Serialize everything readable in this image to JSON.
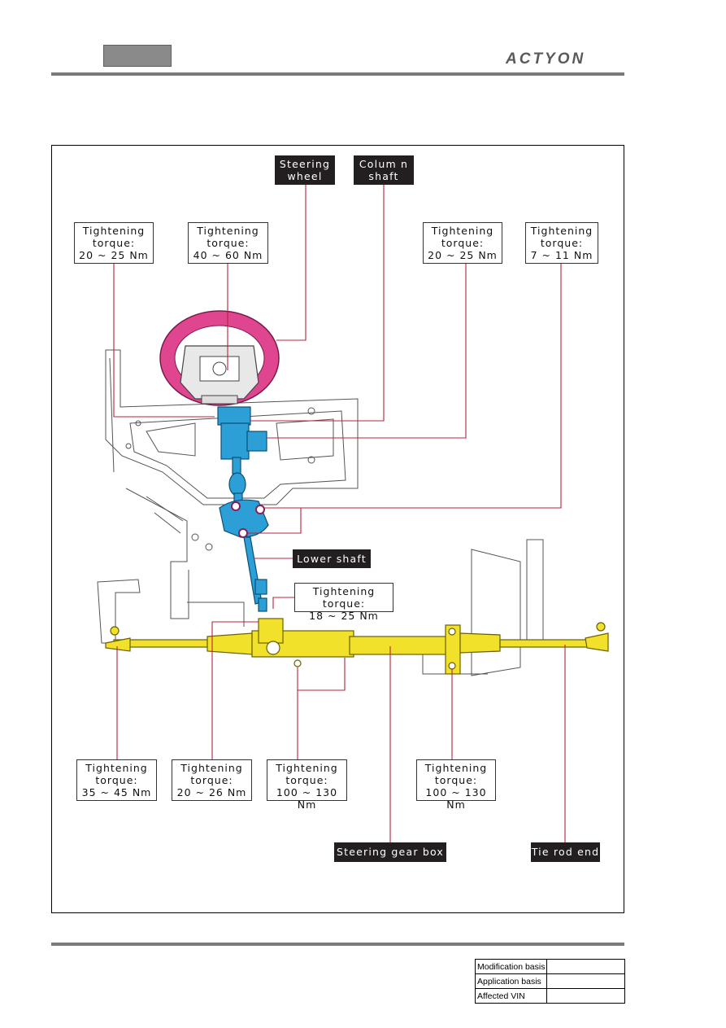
{
  "header": {
    "brand": "ACTYON"
  },
  "labels": {
    "steering_wheel": [
      "Steering",
      "wheel"
    ],
    "column_shaft": [
      "Colum n",
      "shaft"
    ],
    "lower_shaft": "Lower  shaft",
    "steering_gear_box": "Steering  gear box",
    "tie_rod_end": "Tie rod end"
  },
  "torques": {
    "t1": [
      "Tightening",
      "torque:",
      "20 ~ 25  Nm"
    ],
    "t2": [
      "Tightening",
      "torque:",
      "40 ~ 60  Nm"
    ],
    "t3": [
      "Tightening",
      "torque:",
      "20 ~ 25  Nm"
    ],
    "t4": [
      "Tightening",
      "torque:",
      "7 ~ 11  Nm"
    ],
    "t5": [
      "Tightening torque:",
      "18 ~ 25  Nm"
    ],
    "t6": [
      "Tightening",
      "torque:",
      "35 ~ 45  Nm"
    ],
    "t7": [
      "Tightening",
      "torque:",
      "20 ~ 26  Nm"
    ],
    "t8": [
      "Tightening",
      "torque:",
      "100 ~ 130  Nm"
    ],
    "t9": [
      "Tightening",
      "torque:",
      "100 ~ 130  Nm"
    ]
  },
  "footer_table": [
    {
      "label": "Modification basis",
      "value": ""
    },
    {
      "label": "Application basis",
      "value": ""
    },
    {
      "label": "Affected VIN",
      "value": ""
    }
  ],
  "colors": {
    "wheel": "#e0468f",
    "column": "#2b9fd6",
    "rack": "#f2e12a",
    "rule": "#7a7a7a"
  }
}
